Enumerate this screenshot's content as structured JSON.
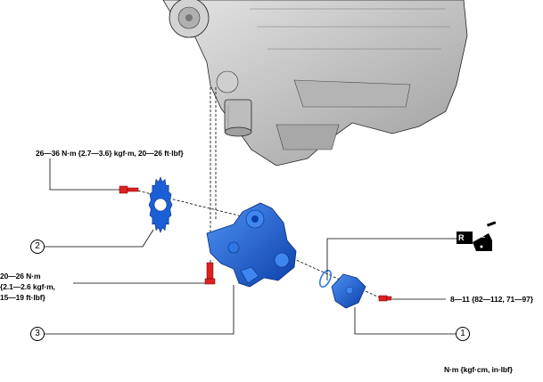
{
  "torque_specs": {
    "top": "26—36 N·m {2.7—3.6} kgf·m, 20—26 ft·lbf}",
    "left_line1": "20—26 N·m",
    "left_line2": "{2.1—2.6 kgf·m,",
    "left_line3": "15—19 ft·lbf}",
    "right": "8—11 {82—112, 71—97}"
  },
  "callouts": {
    "c1": "1",
    "c2": "2",
    "c3": "3"
  },
  "units_note": "N·m {kgf·cm, in·lbf}",
  "symbol": {
    "replace_letter": "R",
    "oil_text": "OIL"
  },
  "colors": {
    "part_blue": "#1a5fd6",
    "part_blue_light": "#3f86f0",
    "bolt_red": "#e02020",
    "engine_gray": "#c8c8c8"
  }
}
